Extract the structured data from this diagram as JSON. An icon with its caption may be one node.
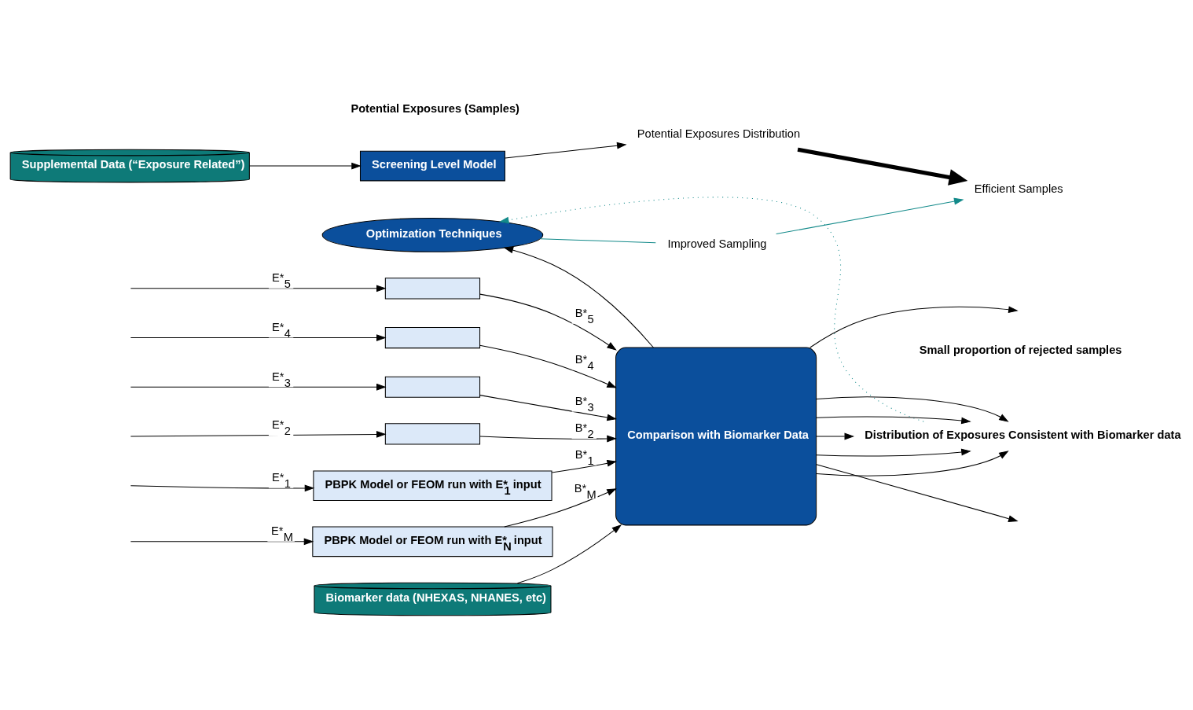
{
  "diagram": {
    "nodes": [
      {
        "text": [
          "Potential Exposures Distribution"
        ]
      },
      {
        "text": [
          "Improved Sampling"
        ]
      },
      {
        "text": [
          "Efficient Samples"
        ]
      },
      {
        "text": [
          "Optimization Techniques"
        ]
      },
      {
        "text": [
          "Distribution of Exposures Consistent with Biomarker data"
        ]
      },
      {
        "text": [
          "PBPK Model or FEOM run with E*$_{N}$ input"
        ]
      },
      {
        "text": [],
        "shape": "box"
      },
      {
        "text": [],
        "shape": "box"
      },
      {
        "text": [],
        "shape": "box"
      },
      {
        "text": [],
        "shape": "box"
      },
      {
        "text": [
          "PBPK Model or FEOM run with E*$_{1}$ input"
        ]
      },
      {
        "text": [
          "Comparison with Biomarker Data"
        ]
      },
      {
        "text": [
          "Biomarker data (NHEXAS, NHANES, etc)"
        ]
      },
      {
        "text": [
          "Screening Level Model"
        ]
      },
      {
        "text": [
          "Supplemental Data (“Exposure Related”)"
        ]
      }
    ],
    "edges": [
      {
        "from": 0,
        "to": 2,
        "arrow": "to",
        "style": "thick"
      },
      {
        "from": 3,
        "to": 1,
        "arrow": "none",
        "color": "#138a8a"
      },
      {
        "from": 1,
        "to": 2,
        "arrow": "to",
        "color": "#138a8a"
      },
      {
        "from": 4,
        "to": 3,
        "arrow": "to",
        "style": "dashed",
        "color": "#138a8a"
      },
      {
        "from": null,
        "to": 5,
        "arrow": "to",
        "label": "E*$_{M}$"
      },
      {
        "from": null,
        "to": 6,
        "arrow": "to",
        "label": "E*$_{5}$"
      },
      {
        "from": null,
        "to": 7,
        "arrow": "to",
        "label": "E*$_{4}$"
      },
      {
        "from": null,
        "to": 8,
        "arrow": "to",
        "label": "E*$_{3}$"
      },
      {
        "from": null,
        "to": 9,
        "arrow": "to",
        "label": "E*$_{2}$"
      },
      {
        "from": null,
        "to": 10,
        "arrow": "to",
        "label": "E*$_{1}$"
      },
      {
        "from": 5,
        "to": 11,
        "arrow": "to",
        "label": "B*$_{M}$"
      },
      {
        "from": 6,
        "to": 11,
        "arrow": "to",
        "label": "B*$_{5}$"
      },
      {
        "from": 7,
        "to": 11,
        "arrow": "to",
        "label": "B*$_{4}$"
      },
      {
        "from": 8,
        "to": 11,
        "arrow": "to",
        "label": "B*$_{3}$"
      },
      {
        "from": 9,
        "to": 11,
        "arrow": "to",
        "label": "B*$_{2}$"
      },
      {
        "from": 10,
        "to": 11,
        "arrow": "to",
        "label": "B*$_{1}$"
      },
      {
        "from": 11,
        "to": 3,
        "arrow": "to"
      },
      {
        "from": 11,
        "to": 4,
        "arrow": "to"
      },
      {
        "from": 11,
        "to": 4,
        "arrow": "to"
      },
      {
        "from": 11,
        "to": 4,
        "arrow": "to"
      },
      {
        "from": 11,
        "to": 4,
        "arrow": "to"
      },
      {
        "from": 11,
        "to": 4,
        "arrow": "to"
      },
      {
        "from": 11,
        "to": null,
        "arrow": "to"
      },
      {
        "from": 11,
        "to": null,
        "arrow": "to"
      },
      {
        "from": 12,
        "to": 11,
        "arrow": "to"
      },
      {
        "from": 14,
        "to": 13,
        "arrow": "to"
      },
      {
        "from": 13,
        "to": 0,
        "arrow": "to"
      }
    ],
    "labels": [
      "Potential Exposures (Samples)",
      "Small proportion of rejected samples"
    ]
  }
}
